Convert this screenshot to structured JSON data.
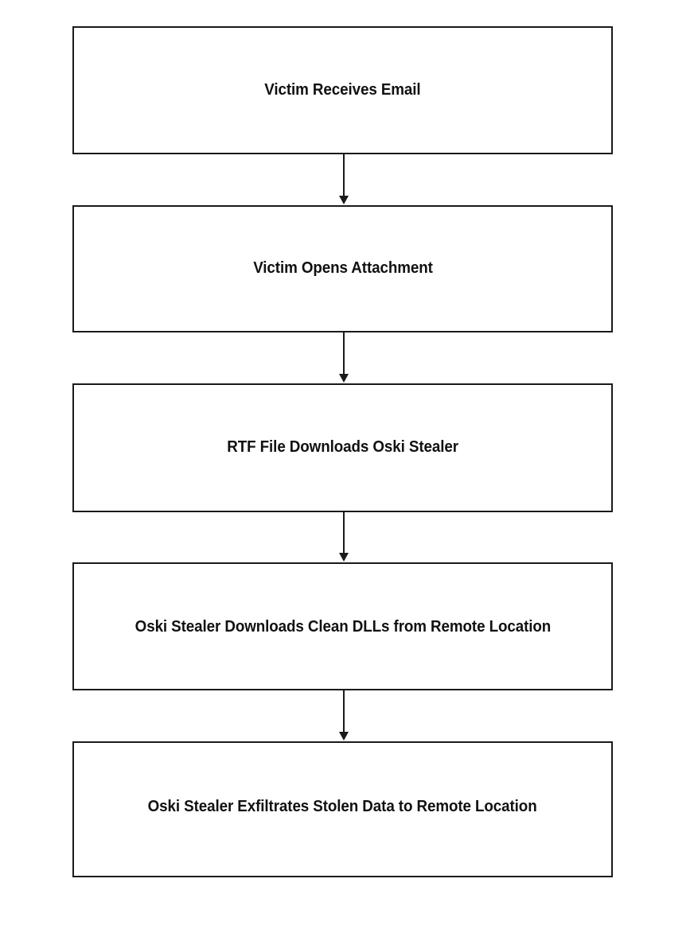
{
  "diagram": {
    "type": "flowchart",
    "orientation": "vertical-top-down",
    "background_color": "#ffffff",
    "node_border_color": "#1a1a1a",
    "node_fill_color": "#ffffff",
    "text_color": "#111111",
    "connector_color": "#1a1a1a",
    "nodes": [
      {
        "id": "node-0",
        "label": "Victim Receives Email"
      },
      {
        "id": "node-1",
        "label": "Victim Opens Attachment"
      },
      {
        "id": "node-2",
        "label": "RTF File Downloads Oski Stealer"
      },
      {
        "id": "node-3",
        "label": "Oski Stealer Downloads Clean DLLs from Remote Location"
      },
      {
        "id": "node-4",
        "label": "Oski Stealer Exfiltrates Stolen Data to Remote Location"
      }
    ],
    "connectors": [
      {
        "id": "connector-0",
        "from": "node-0",
        "to": "node-1",
        "arrowhead": "filled-triangle-down"
      },
      {
        "id": "connector-1",
        "from": "node-1",
        "to": "node-2",
        "arrowhead": "filled-triangle-down"
      },
      {
        "id": "connector-2",
        "from": "node-2",
        "to": "node-3",
        "arrowhead": "filled-triangle-down"
      },
      {
        "id": "connector-3",
        "from": "node-3",
        "to": "node-4",
        "arrowhead": "filled-triangle-down"
      }
    ]
  }
}
